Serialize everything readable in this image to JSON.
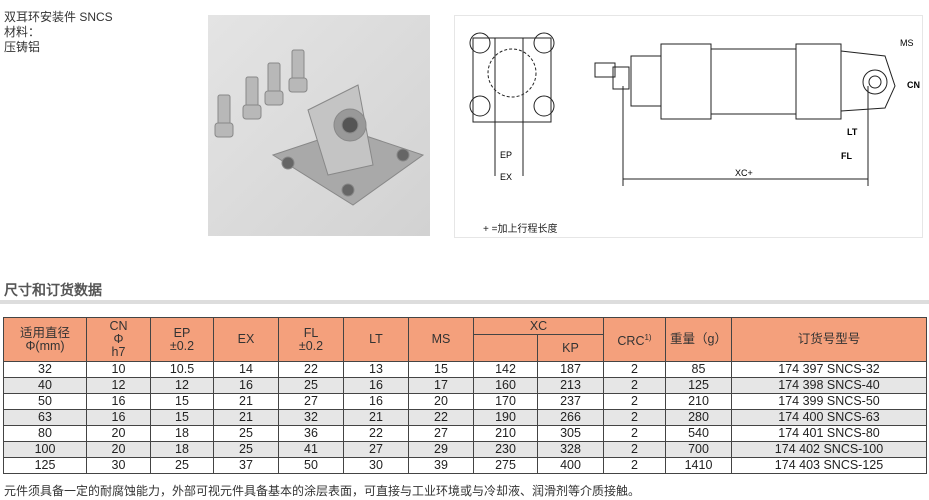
{
  "product": {
    "name": "双耳环安装件 SNCS",
    "material_label": "材料：",
    "material": "压铸铝"
  },
  "drawing": {
    "labels": {
      "ms": "MS",
      "cn": "CN",
      "lt": "LT",
      "fl": "FL",
      "xc": "XC+",
      "ep": "EP",
      "ex": "EX"
    },
    "note": "+ =加上行程长度"
  },
  "section_title": "尺寸和订货数据",
  "table": {
    "headers": {
      "bore": "适用直径",
      "bore2": "Φ(mm)",
      "cn": "CN",
      "cn2": "Φ",
      "cn3": "h7",
      "ep": "EP",
      "ep2": "±0.2",
      "ex": "EX",
      "fl": "FL",
      "fl2": "±0.2",
      "lt": "LT",
      "ms": "MS",
      "xc": "XC",
      "kp": "KP",
      "crc": "CRC",
      "crc_sup": "1)",
      "weight": "重量（g）",
      "order": "订货号型号"
    },
    "rows": [
      [
        "32",
        "10",
        "10.5",
        "14",
        "22",
        "13",
        "15",
        "142",
        "187",
        "2",
        "85",
        "174 397 SNCS-32"
      ],
      [
        "40",
        "12",
        "12",
        "16",
        "25",
        "16",
        "17",
        "160",
        "213",
        "2",
        "125",
        "174 398 SNCS-40"
      ],
      [
        "50",
        "16",
        "15",
        "21",
        "27",
        "16",
        "20",
        "170",
        "237",
        "2",
        "210",
        "174 399 SNCS-50"
      ],
      [
        "63",
        "16",
        "15",
        "21",
        "32",
        "21",
        "22",
        "190",
        "266",
        "2",
        "280",
        "174 400 SNCS-63"
      ],
      [
        "80",
        "20",
        "18",
        "25",
        "36",
        "22",
        "27",
        "210",
        "305",
        "2",
        "540",
        "174 401 SNCS-80"
      ],
      [
        "100",
        "20",
        "18",
        "25",
        "41",
        "27",
        "29",
        "230",
        "328",
        "2",
        "700",
        "174 402 SNCS-100"
      ],
      [
        "125",
        "30",
        "25",
        "37",
        "50",
        "30",
        "39",
        "275",
        "400",
        "2",
        "1410",
        "174 403 SNCS-125"
      ]
    ]
  },
  "footnote": "元件须具备一定的耐腐蚀能力，外部可视元件具备基本的涂层表面，可直接与工业环境或与冷却液、润滑剂等介质接触。"
}
